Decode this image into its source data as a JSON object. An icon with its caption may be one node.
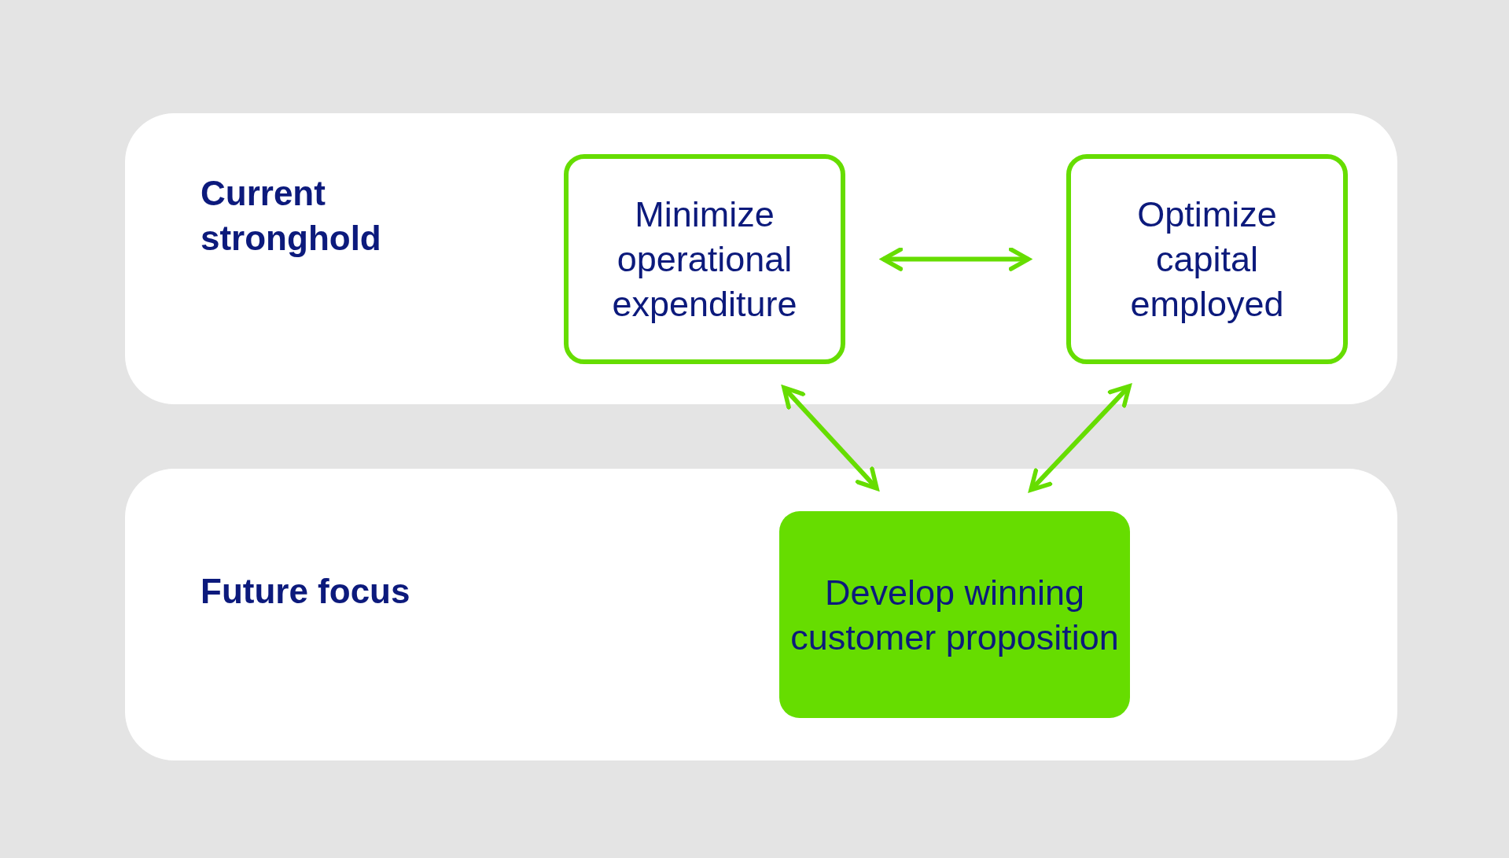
{
  "diagram": {
    "nodes": [
      {
        "text": [
          "Current stronghold"
        ]
      },
      {
        "text": [
          "Minimize operational expenditure"
        ],
        "in": 0
      },
      {
        "text": [
          "Optimize capital employed"
        ],
        "in": 0
      },
      {
        "text": [
          "Future focus"
        ]
      },
      {
        "text": [
          "Develop winning customer proposition"
        ],
        "in": 3
      }
    ],
    "edges": [
      {
        "from": 1,
        "to": 2,
        "arrow": "both"
      },
      {
        "from": 1,
        "to": 4,
        "arrow": "both"
      },
      {
        "from": 2,
        "to": 4,
        "arrow": "both"
      }
    ]
  }
}
